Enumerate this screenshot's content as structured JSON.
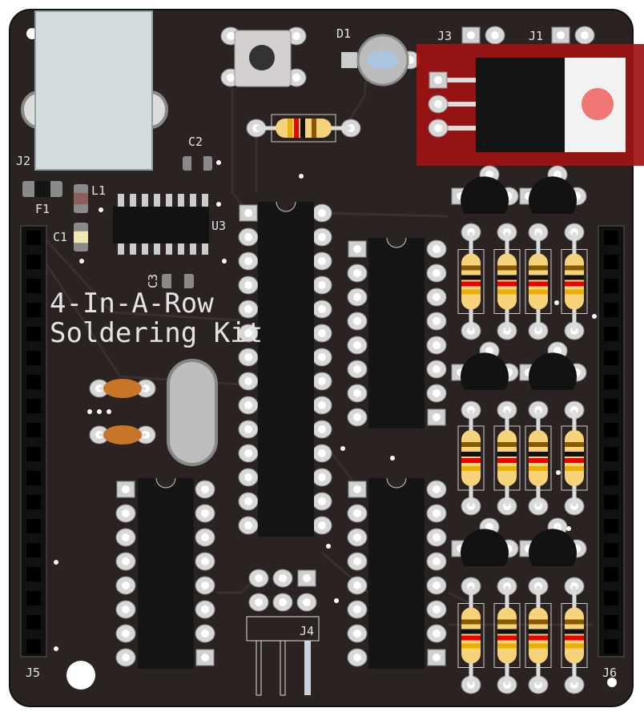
{
  "board": {
    "title_line1": "4-In-A-Row",
    "title_line2": "Soldering Kit",
    "colors": {
      "board": "#2b2321",
      "pad": "#d8d8d8",
      "silk": "#e4e4e4",
      "highlight": "#b01010"
    }
  },
  "labels": {
    "j2": "J2",
    "f1": "F1",
    "l1": "L1",
    "c1": "C1",
    "c2": "C2",
    "c3": "C3",
    "u3": "U3",
    "d1": "D1",
    "j3": "J3",
    "j1": "J1",
    "j4": "J4",
    "j5": "J5",
    "j6": "J6"
  }
}
